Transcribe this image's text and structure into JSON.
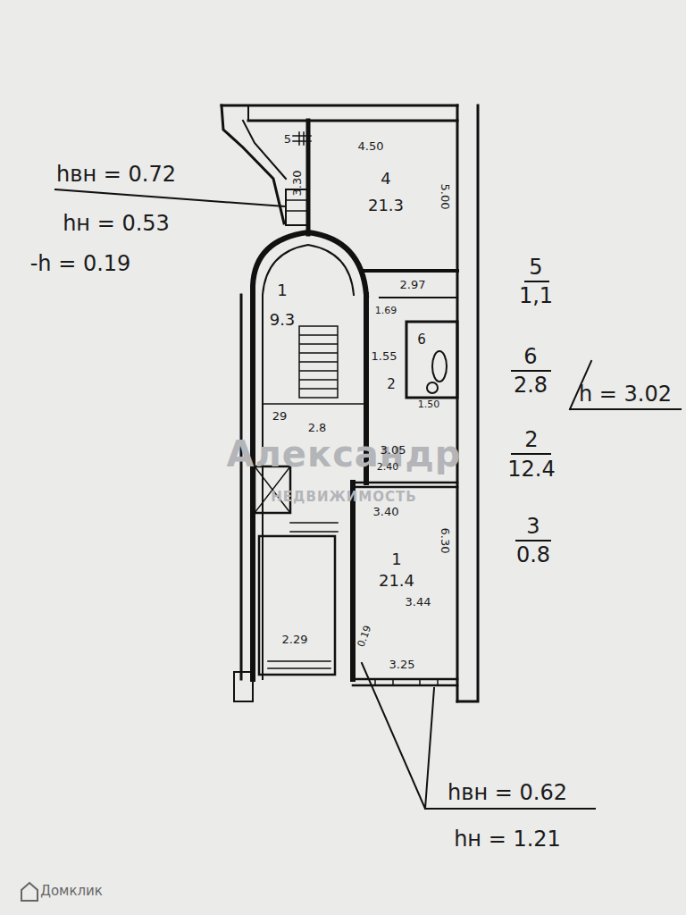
{
  "diagram": {
    "nodes": [
      {
        "text": [
          "4",
          "21.3"
        ]
      },
      {
        "text": [
          "1",
          "9.3"
        ]
      },
      {
        "text": [
          "6"
        ]
      },
      {
        "text": [
          "2"
        ]
      },
      {
        "text": [
          "1",
          "21.4"
        ]
      }
    ],
    "labels": [
      "hвн = 0.72",
      "hн = 0.53",
      "-h = 0.19",
      "5",
      "1,1",
      "6",
      "2.8",
      "h = 3.02",
      "2",
      "12.4",
      "3",
      "0.8",
      "hвн = 0.62",
      "hн = 1.21",
      "5",
      "4.50",
      "3.30",
      "5.00",
      "29",
      "2.8",
      "2.29",
      "2.97",
      "1.69",
      "1.55",
      "1.50",
      "3.05",
      "2.40",
      "3.40",
      "3.44",
      "6.30",
      "3.25",
      "0.19",
      "Александр",
      "НЕДВИЖИМОСТЬ",
      "Домклик"
    ]
  }
}
